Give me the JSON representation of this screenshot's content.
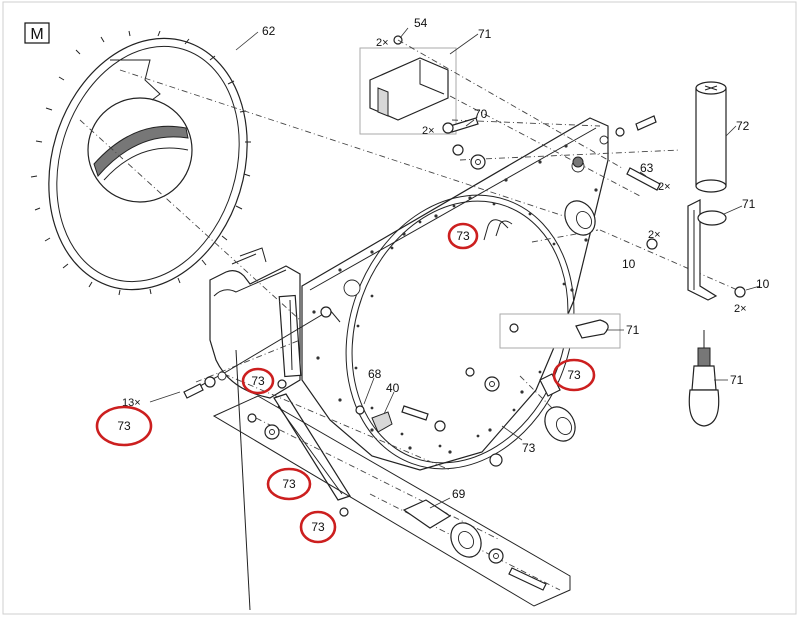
{
  "view_letter": "M",
  "labels": {
    "p62": "62",
    "p54": "54",
    "p54_qty": "2×",
    "p71_top": "71",
    "p70": "70",
    "p70_qty": "2×",
    "p72": "72",
    "p63": "63",
    "p63_qty": "2×",
    "p71_bracket": "71",
    "p10_left": "10",
    "p10_left_qty": "2×",
    "p10_right": "10",
    "p10_right_qty": "2×",
    "p71_sensor": "71",
    "p71_plug": "71",
    "p68": "68",
    "p40": "40",
    "p73_screw": "73",
    "p73_qty": "13×",
    "p73_panel": "73",
    "p69": "69"
  },
  "callouts": [
    "73",
    "73",
    "73",
    "73",
    "73",
    "73"
  ],
  "callout_color": "#cc1f1f"
}
